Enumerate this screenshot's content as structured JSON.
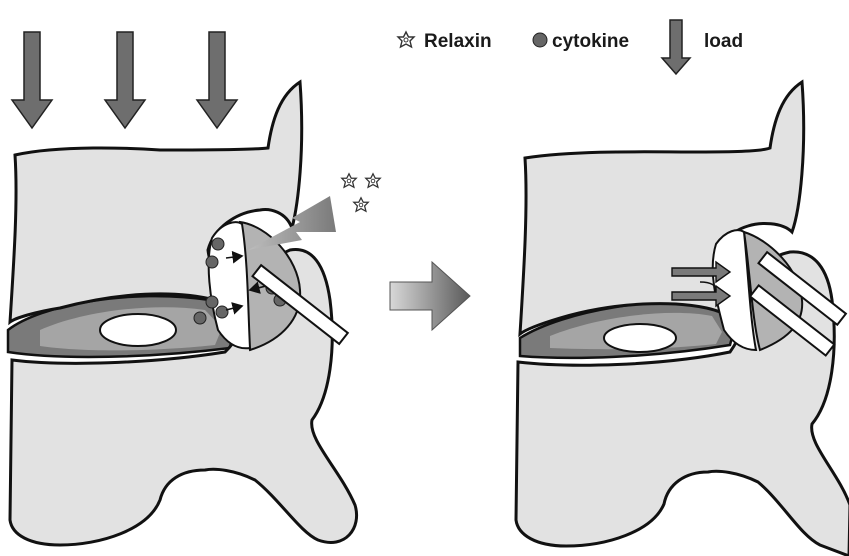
{
  "legend": {
    "relaxin_label": "Relaxin",
    "cytokine_label": "cytokine",
    "load_label": "load"
  },
  "colors": {
    "bone_fill": "#e2e2e2",
    "outline": "#111111",
    "disc_dark": "#7a7a7a",
    "disc_mid": "#a5a5a5",
    "nucleus": "#ffffff",
    "load_arrow": "#6e6e6e",
    "cytokine_dot": "#666666",
    "cartilage": "#b3b3b3"
  },
  "icons": {
    "relaxin": "relaxin-molecule-icon",
    "cytokine": "cytokine-dot-icon",
    "load": "load-down-arrow-icon",
    "transition": "block-right-arrow-icon"
  },
  "panels": [
    {
      "state": "before",
      "load_arrows": 3,
      "relaxin_molecules": 3,
      "cytokines": 7
    },
    {
      "state": "after",
      "load_arrows": 0,
      "relaxin_molecules": 0,
      "cytokines": 0
    }
  ]
}
